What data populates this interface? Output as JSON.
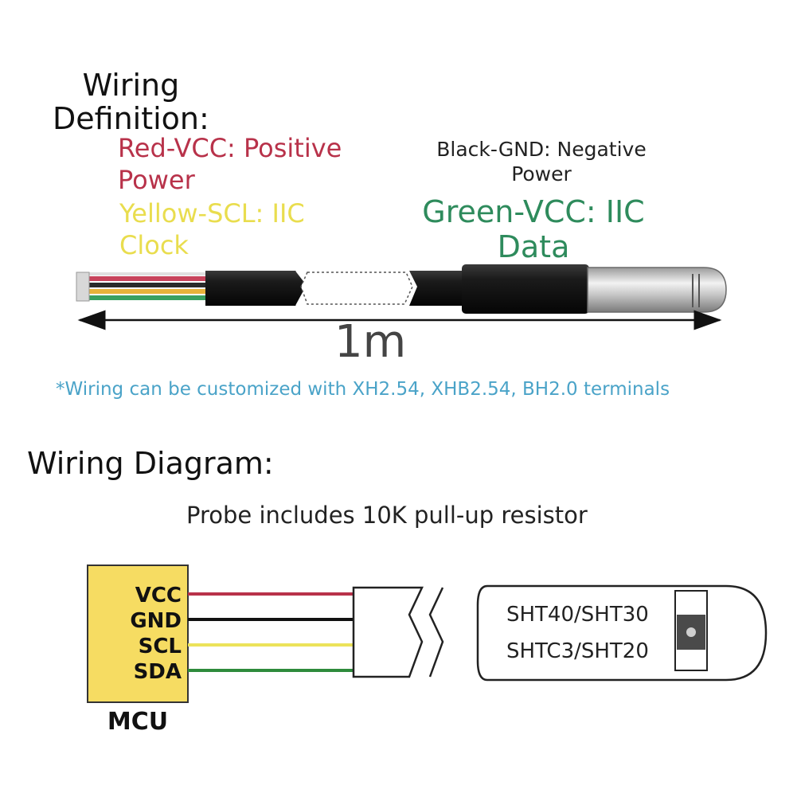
{
  "wiring_definition": {
    "title_line1": "Wiring",
    "title_line2": "Definition:",
    "red_line1": "Red-VCC: Positive",
    "red_line2": "Power",
    "yellow_line1": "Yellow-SCL: IIC",
    "yellow_line2": "Clock",
    "black_line1": "Black-GND: Negative",
    "black_line2": "Power",
    "green_line1": "Green-VCC: IIC",
    "green_line2": "Data",
    "length": "1m",
    "note": "*Wiring can be customized with XH2.54, XHB2.54, BH2.0 terminals"
  },
  "wiring_diagram": {
    "title": "Wiring Diagram:",
    "pullup_note": "Probe includes 10K pull-up resistor",
    "mcu_label": "MCU",
    "pins": [
      "VCC",
      "GND",
      "SCL",
      "SDA"
    ],
    "sensor_line1": "SHT40/SHT30",
    "sensor_line2": "SHTC3/SHT20"
  },
  "colors": {
    "red_wire": "#b8324a",
    "black_wire": "#111111",
    "yellow_wire": "#ece35a",
    "green_wire": "#2e8b3c",
    "mcu_fill": "#f6dc62",
    "note_blue": "#4aa3c8"
  }
}
